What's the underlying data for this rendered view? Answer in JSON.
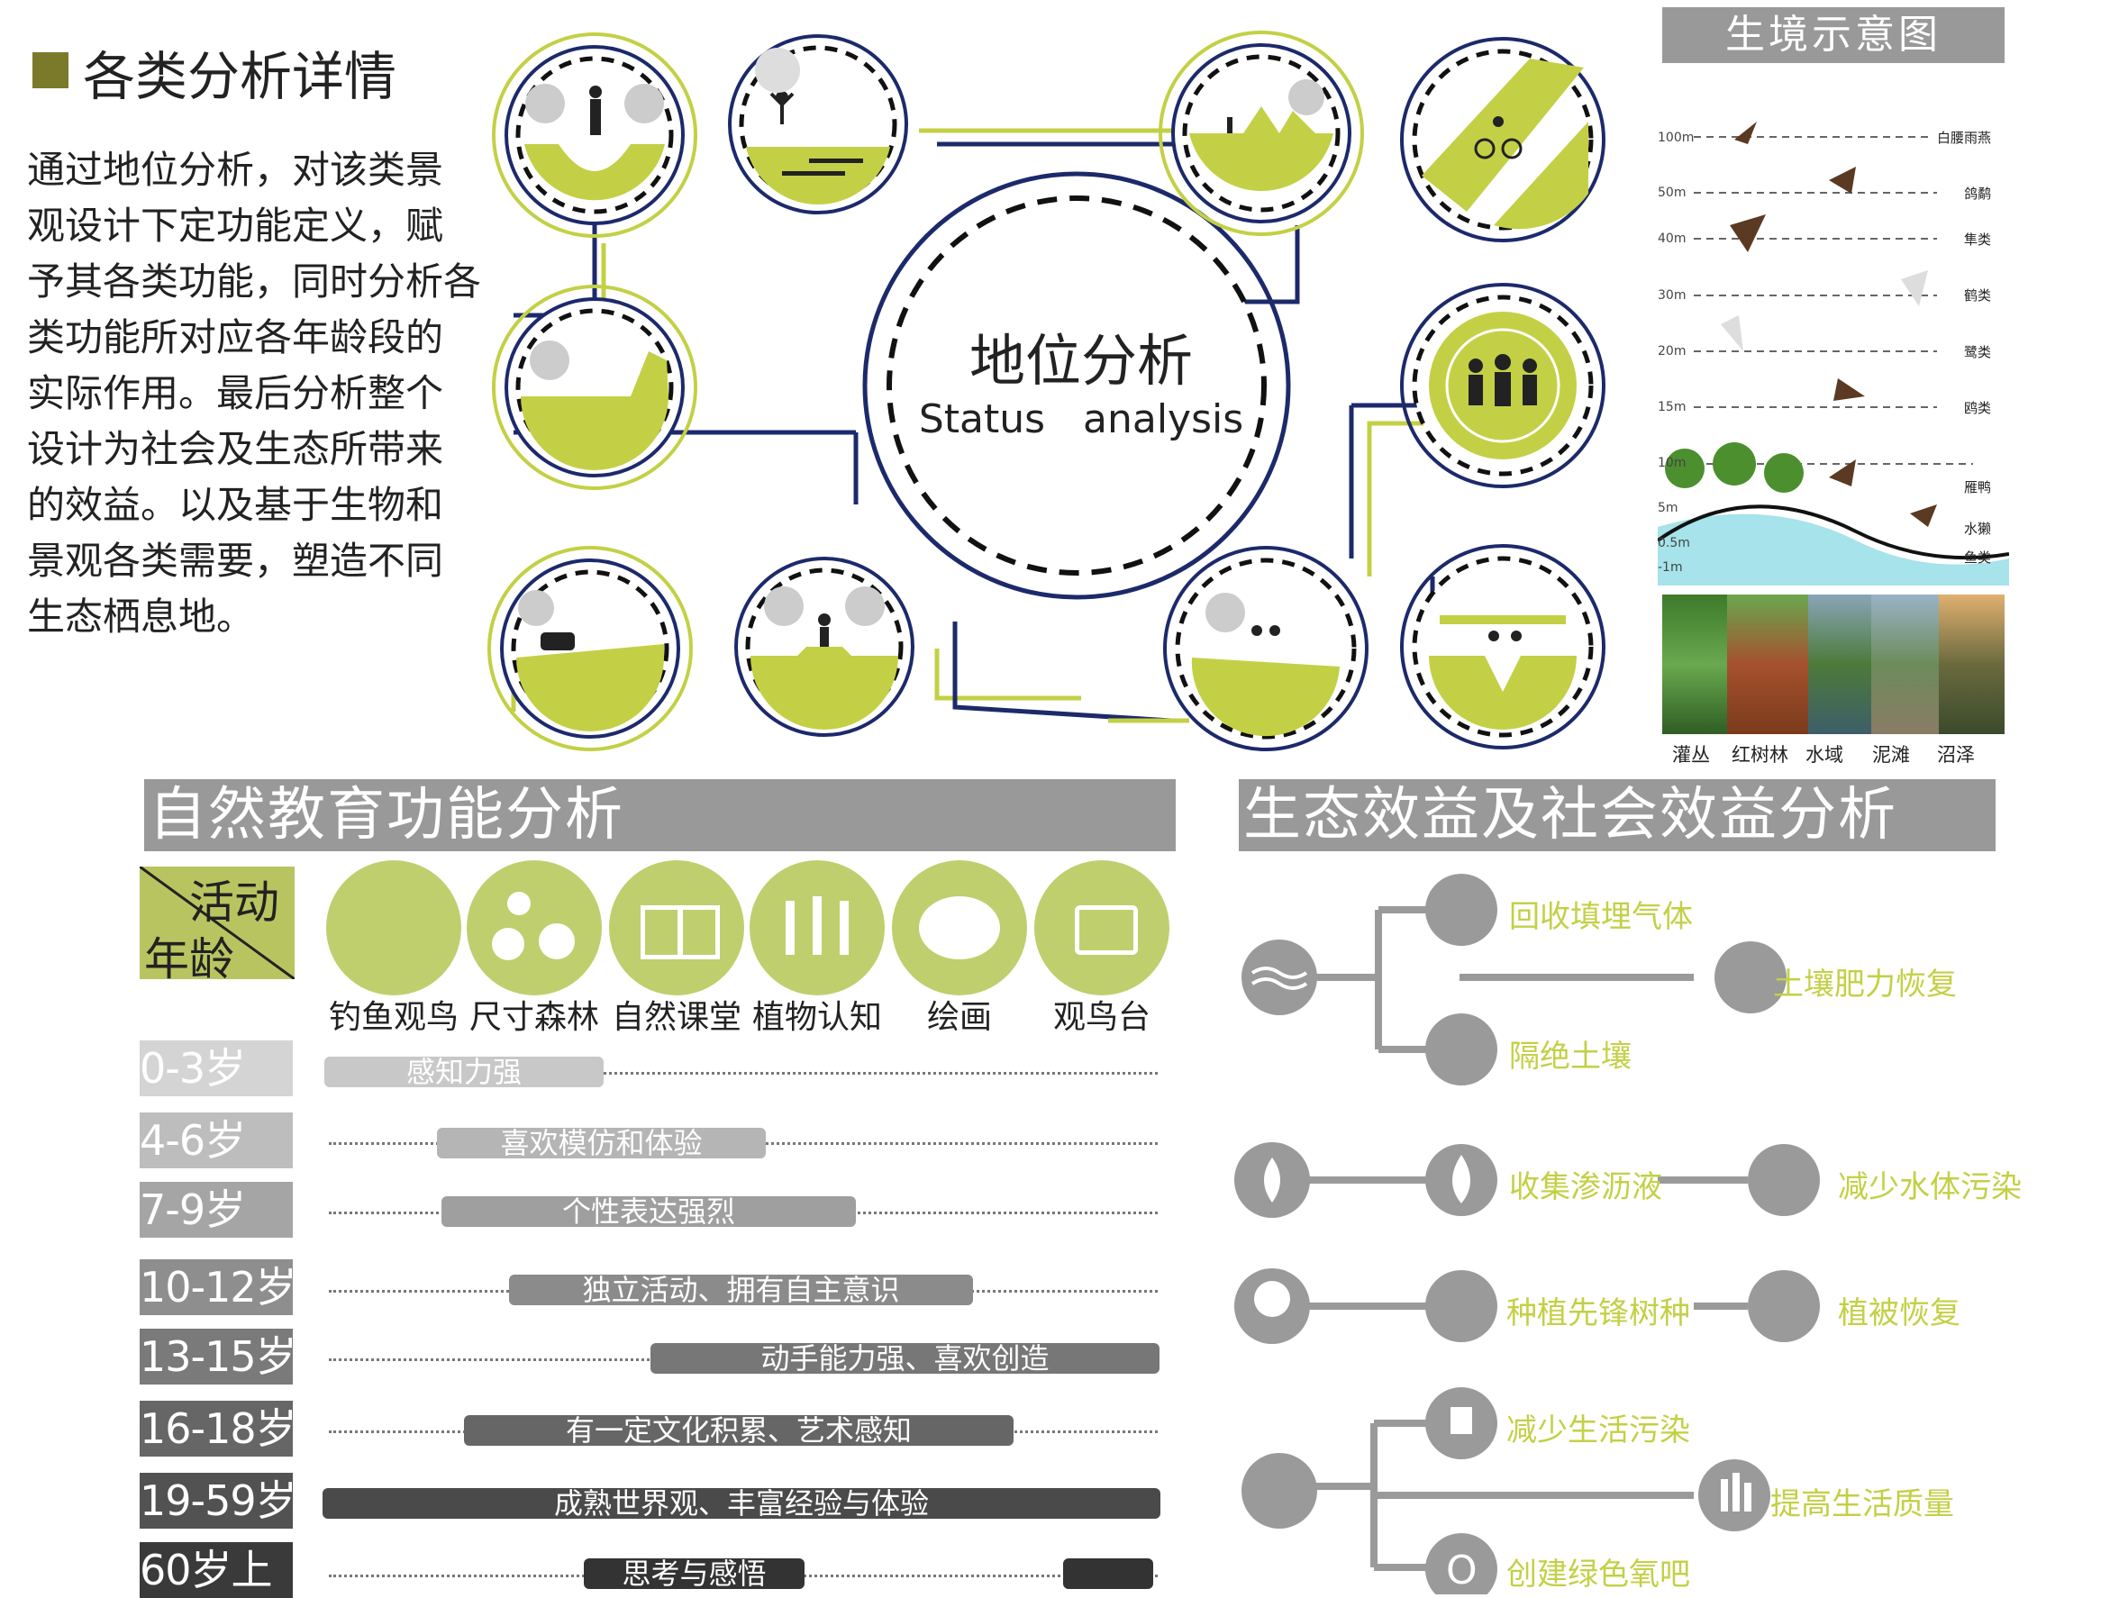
{
  "header": {
    "title": "各类分析详情",
    "description_lines": [
      "通过地位分析，对该类景",
      "观设计下定功能定义，赋",
      "予其各类功能，同时分析各",
      "类功能所对应各年龄段的",
      "实际作用。最后分析整个",
      "设计为社会及生态所带来",
      "的效益。以及基于生物和",
      "景观各类需要，塑造不同",
      "生态栖息地。"
    ]
  },
  "status": {
    "title": "地位分析",
    "subtitle": "Status analysis"
  },
  "habitat": {
    "title": "生境示意图",
    "heights": [
      "100m",
      "50m",
      "40m",
      "30m",
      "20m",
      "15m",
      "10m",
      "5m",
      "0.5m",
      "-1m"
    ],
    "species": [
      "白腰雨燕",
      "鸽鹬",
      "隼类",
      "鹤类",
      "鹭类",
      "鸥类",
      "雁鸭",
      "水獭",
      "鱼类"
    ],
    "photo_captions": [
      "灌丛",
      "红树林",
      "水域",
      "泥滩",
      "沼泽"
    ]
  },
  "education": {
    "title": "自然教育功能分析",
    "corner_activity": "活动",
    "corner_age": "年龄",
    "activities": [
      "钓鱼观鸟",
      "尺寸森林",
      "自然课堂",
      "植物认知",
      "绘画",
      "观鸟台"
    ],
    "rows": [
      {
        "age": "0-3岁",
        "text": "感知力强"
      },
      {
        "age": "4-6岁",
        "text": "喜欢模仿和体验"
      },
      {
        "age": "7-9岁",
        "text": "个性表达强烈"
      },
      {
        "age": "10-12岁",
        "text": "独立活动、拥有自主意识"
      },
      {
        "age": "13-15岁",
        "text": "动手能力强、喜欢创造"
      },
      {
        "age": "16-18岁",
        "text": "有一定文化积累、艺术感知"
      },
      {
        "age": "19-59岁",
        "text": "成熟世界观、丰富经验与体验"
      },
      {
        "age": "60岁上",
        "text": "思考与感悟"
      }
    ]
  },
  "eco": {
    "title": "生态效益及社会效益分析",
    "items": [
      "回收填埋气体",
      "土壤肥力恢复",
      "隔绝土壤",
      "收集渗沥液",
      "减少水体污染",
      "种植先锋树种",
      "植被恢复",
      "减少生活污染",
      "提高生活质量",
      "创建绿色氧吧"
    ]
  },
  "colors": {
    "accent_yellow": "#c3d045",
    "navy": "#1c2a6b",
    "grey": "#9a9a9a",
    "header_square": "#7a7a2a"
  }
}
